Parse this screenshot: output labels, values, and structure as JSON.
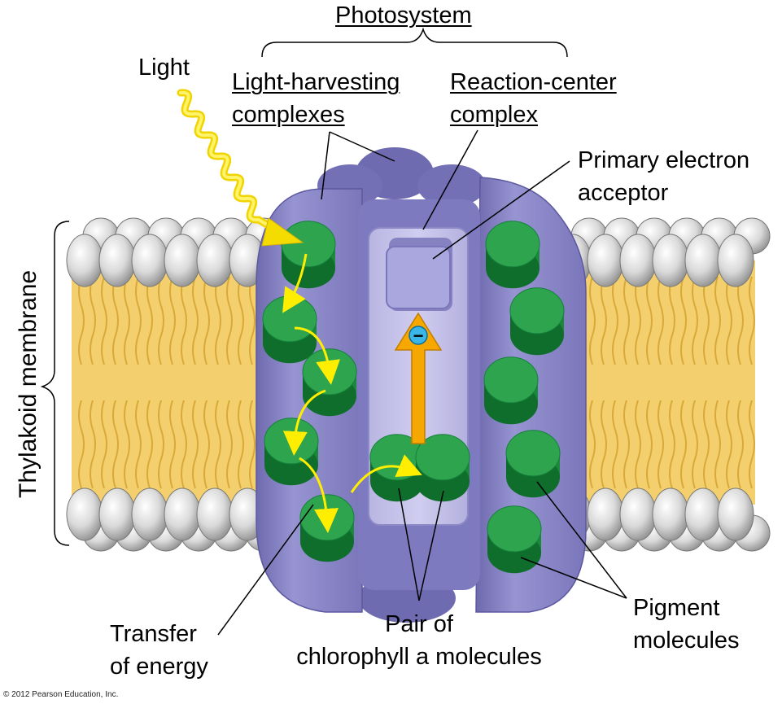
{
  "labels": {
    "photosystem": "Photosystem",
    "light": "Light",
    "lhc_line1": "Light-harvesting",
    "lhc_line2": "complexes",
    "rcc_line1": "Reaction-center",
    "rcc_line2": "complex",
    "pea_line1": "Primary electron",
    "pea_line2": "acceptor",
    "thylakoid": "Thylakoid membrane",
    "transfer_line1": "Transfer",
    "transfer_line2": "of energy",
    "pair_line1": "Pair of",
    "pair_line2": "chlorophyll a molecules",
    "pigment_line1": "Pigment",
    "pigment_line2": "molecules",
    "copyright": "© 2012 Pearson Education, Inc.",
    "electron_symbol": "−"
  },
  "colors": {
    "membrane_core": "#f3cf6e",
    "lipid_head": "#dcdcdc",
    "protein": "#8f8cc9",
    "protein_dark": "#6f6bb0",
    "reaction_center": "#c3bfe8",
    "chlorophyll": "#2e9e4f",
    "arrow_energy": "#ffee00",
    "arrow_electron": "#f7a800",
    "electron": "#3ab6e8"
  }
}
